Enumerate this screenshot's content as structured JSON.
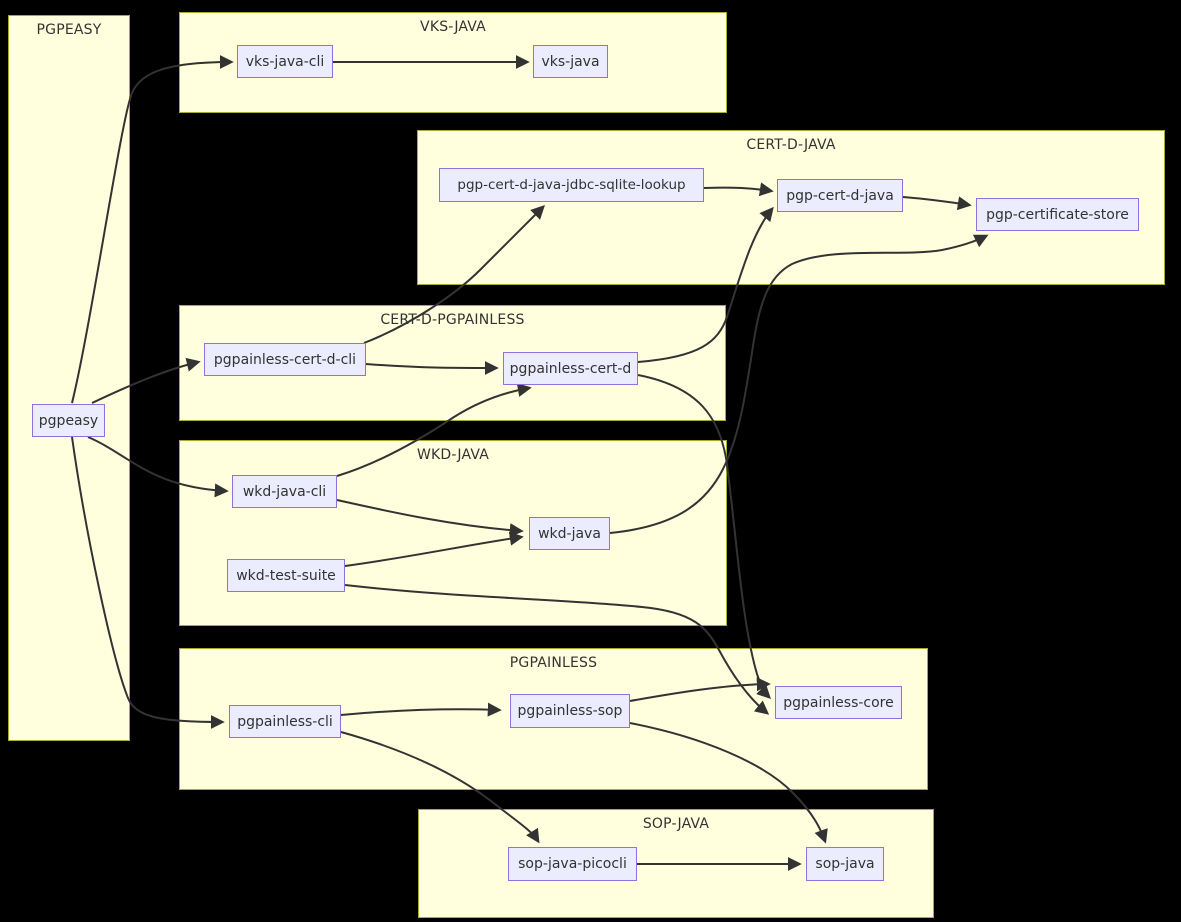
{
  "diagram": {
    "type": "flowchart",
    "direction": "LR",
    "colors": {
      "background": "#000000",
      "cluster_fill": "#ffffde",
      "cluster_border": "#aaaa33",
      "node_fill": "#ececff",
      "node_border": "#9370db",
      "edge": "#333333",
      "text": "#333333"
    },
    "clusters": [
      {
        "id": "PGPEASY",
        "label": "PGPEASY",
        "nodes": [
          "pgpeasy"
        ]
      },
      {
        "id": "VKS-JAVA",
        "label": "VKS-JAVA",
        "nodes": [
          "vks-java-cli",
          "vks-java"
        ]
      },
      {
        "id": "CERT-D-JAVA",
        "label": "CERT-D-JAVA",
        "nodes": [
          "pgp-cert-d-java-jdbc-sqlite-lookup",
          "pgp-cert-d-java",
          "pgp-certificate-store"
        ]
      },
      {
        "id": "CERT-D-PGPAINLESS",
        "label": "CERT-D-PGPAINLESS",
        "nodes": [
          "pgpainless-cert-d-cli",
          "pgpainless-cert-d"
        ]
      },
      {
        "id": "WKD-JAVA",
        "label": "WKD-JAVA",
        "nodes": [
          "wkd-java-cli",
          "wkd-java",
          "wkd-test-suite"
        ]
      },
      {
        "id": "PGPAINLESS",
        "label": "PGPAINLESS",
        "nodes": [
          "pgpainless-cli",
          "pgpainless-sop",
          "pgpainless-core"
        ]
      },
      {
        "id": "SOP-JAVA",
        "label": "SOP-JAVA",
        "nodes": [
          "sop-java-picocli",
          "sop-java"
        ]
      }
    ],
    "nodes": [
      {
        "id": "pgpeasy",
        "label": "pgpeasy"
      },
      {
        "id": "vks-java-cli",
        "label": "vks-java-cli"
      },
      {
        "id": "vks-java",
        "label": "vks-java"
      },
      {
        "id": "pgp-cert-d-java-jdbc-sqlite-lookup",
        "label": "pgp-cert-d-java-jdbc-sqlite-lookup"
      },
      {
        "id": "pgp-cert-d-java",
        "label": "pgp-cert-d-java"
      },
      {
        "id": "pgp-certificate-store",
        "label": "pgp-certificate-store"
      },
      {
        "id": "pgpainless-cert-d-cli",
        "label": "pgpainless-cert-d-cli"
      },
      {
        "id": "pgpainless-cert-d",
        "label": "pgpainless-cert-d"
      },
      {
        "id": "wkd-java-cli",
        "label": "wkd-java-cli"
      },
      {
        "id": "wkd-java",
        "label": "wkd-java"
      },
      {
        "id": "wkd-test-suite",
        "label": "wkd-test-suite"
      },
      {
        "id": "pgpainless-cli",
        "label": "pgpainless-cli"
      },
      {
        "id": "pgpainless-sop",
        "label": "pgpainless-sop"
      },
      {
        "id": "pgpainless-core",
        "label": "pgpainless-core"
      },
      {
        "id": "sop-java-picocli",
        "label": "sop-java-picocli"
      },
      {
        "id": "sop-java",
        "label": "sop-java"
      }
    ],
    "edges": [
      {
        "from": "pgpeasy",
        "to": "vks-java-cli"
      },
      {
        "from": "vks-java-cli",
        "to": "vks-java"
      },
      {
        "from": "pgpeasy",
        "to": "pgpainless-cert-d-cli"
      },
      {
        "from": "pgpeasy",
        "to": "wkd-java-cli"
      },
      {
        "from": "pgpeasy",
        "to": "pgpainless-cli"
      },
      {
        "from": "pgpainless-cert-d-cli",
        "to": "pgp-cert-d-java-jdbc-sqlite-lookup"
      },
      {
        "from": "pgpainless-cert-d-cli",
        "to": "pgpainless-cert-d"
      },
      {
        "from": "pgp-cert-d-java-jdbc-sqlite-lookup",
        "to": "pgp-cert-d-java"
      },
      {
        "from": "pgp-cert-d-java",
        "to": "pgp-certificate-store"
      },
      {
        "from": "pgpainless-cert-d",
        "to": "pgp-cert-d-java"
      },
      {
        "from": "pgpainless-cert-d",
        "to": "pgpainless-core"
      },
      {
        "from": "wkd-java-cli",
        "to": "pgpainless-cert-d"
      },
      {
        "from": "wkd-java-cli",
        "to": "wkd-java"
      },
      {
        "from": "wkd-test-suite",
        "to": "wkd-java"
      },
      {
        "from": "wkd-test-suite",
        "to": "pgpainless-core"
      },
      {
        "from": "wkd-java",
        "to": "pgp-certificate-store"
      },
      {
        "from": "pgpainless-cli",
        "to": "pgpainless-sop"
      },
      {
        "from": "pgpainless-sop",
        "to": "pgpainless-core"
      },
      {
        "from": "pgpainless-sop",
        "to": "sop-java"
      },
      {
        "from": "pgpainless-cli",
        "to": "sop-java-picocli"
      },
      {
        "from": "sop-java-picocli",
        "to": "sop-java"
      }
    ]
  }
}
